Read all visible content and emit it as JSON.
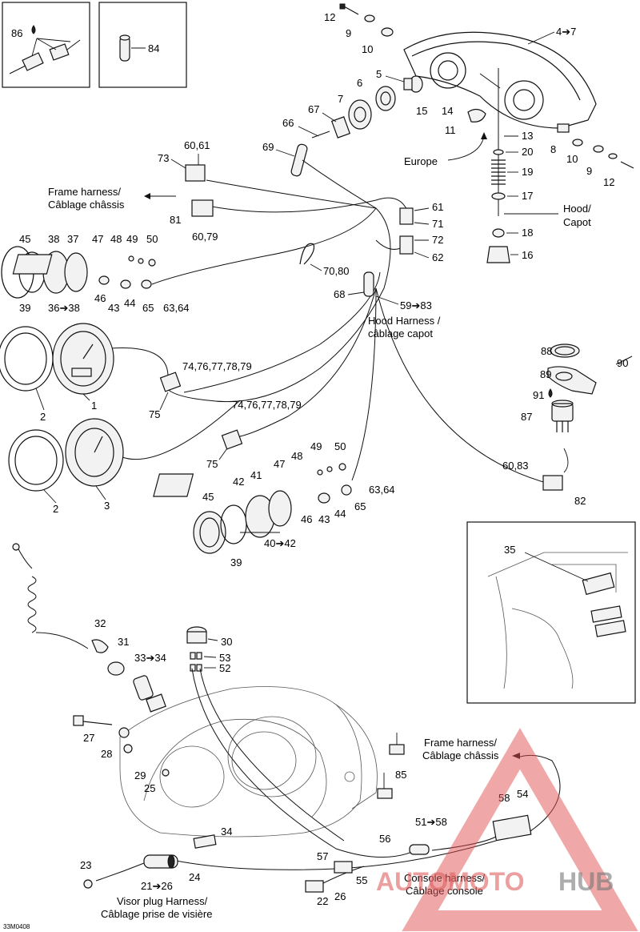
{
  "diagram_code": "33M0408",
  "callouts": {
    "c1": "1",
    "c2a": "2",
    "c2b": "2",
    "c3": "3",
    "c4_7": "4➔7",
    "c5": "5",
    "c6": "6",
    "c7": "7",
    "c8": "8",
    "c9a": "9",
    "c9b": "9",
    "c10a": "10",
    "c10b": "10",
    "c11": "11",
    "c12a": "12",
    "c12b": "12",
    "c13": "13",
    "c14": "14",
    "c15": "15",
    "c16": "16",
    "c17": "17",
    "c18": "18",
    "c19": "19",
    "c20": "20",
    "c21_26": "21➔26",
    "c22": "22",
    "c23": "23",
    "c24": "24",
    "c25": "25",
    "c26": "26",
    "c27": "27",
    "c28": "28",
    "c29": "29",
    "c30": "30",
    "c31": "31",
    "c32": "32",
    "c33_34": "33➔34",
    "c34": "34",
    "c35": "35",
    "c36_38": "36➔38",
    "c37": "37",
    "c38a": "38",
    "c39a": "39",
    "c39b": "39",
    "c40_42": "40➔42",
    "c41": "41",
    "c42": "42",
    "c43a": "43",
    "c43b": "43",
    "c44a": "44",
    "c44b": "44",
    "c45a": "45",
    "c45b": "45",
    "c46a": "46",
    "c46b": "46",
    "c47a": "47",
    "c47b": "47",
    "c48a": "48",
    "c48b": "48",
    "c49a": "49",
    "c49b": "49",
    "c50a": "50",
    "c50b": "50",
    "c51_58": "51➔58",
    "c52": "52",
    "c53": "53",
    "c54": "54",
    "c55": "55",
    "c56": "56",
    "c57": "57",
    "c58": "58",
    "c59_83": "59➔83",
    "c60_61": "60,61",
    "c60_79": "60,79",
    "c60_83": "60,83",
    "c61": "61",
    "c62": "62",
    "c63_64a": "63,64",
    "c63_64b": "63,64",
    "c65a": "65",
    "c65b": "65",
    "c66": "66",
    "c67": "67",
    "c68": "68",
    "c69": "69",
    "c70_80": "70,80",
    "c71": "71",
    "c72": "72",
    "c73": "73",
    "c74_79a": "74,76,77,78,79",
    "c74_79b": "74,76,77,78,79",
    "c75a": "75",
    "c75b": "75",
    "c81": "81",
    "c82": "82",
    "c84": "84",
    "c85": "85",
    "c86": "86",
    "c87": "87",
    "c88": "88",
    "c89": "89",
    "c90": "90",
    "c91": "91"
  },
  "labels": {
    "europe": "Europe",
    "frame_harness_top_l1": "Frame harness/",
    "frame_harness_top_l2": "Câblage châssis",
    "hood_l1": "Hood/",
    "hood_l2": "Capot",
    "hood_harness_l1": "Hood Harness /",
    "hood_harness_l2": "câblage capot",
    "frame_harness_bot_l1": "Frame harness/",
    "frame_harness_bot_l2": "Câblage châssis",
    "console_harness_l1": "Console harness/",
    "console_harness_l2": "Câblage console",
    "visor_l1": "Visor plug Harness/",
    "visor_l2": "Câblage prise de visière"
  },
  "watermark": {
    "part1": "AUTOMOTO",
    "part2": "HUB",
    "color_red": "#e05050",
    "color_grey": "#777777"
  }
}
